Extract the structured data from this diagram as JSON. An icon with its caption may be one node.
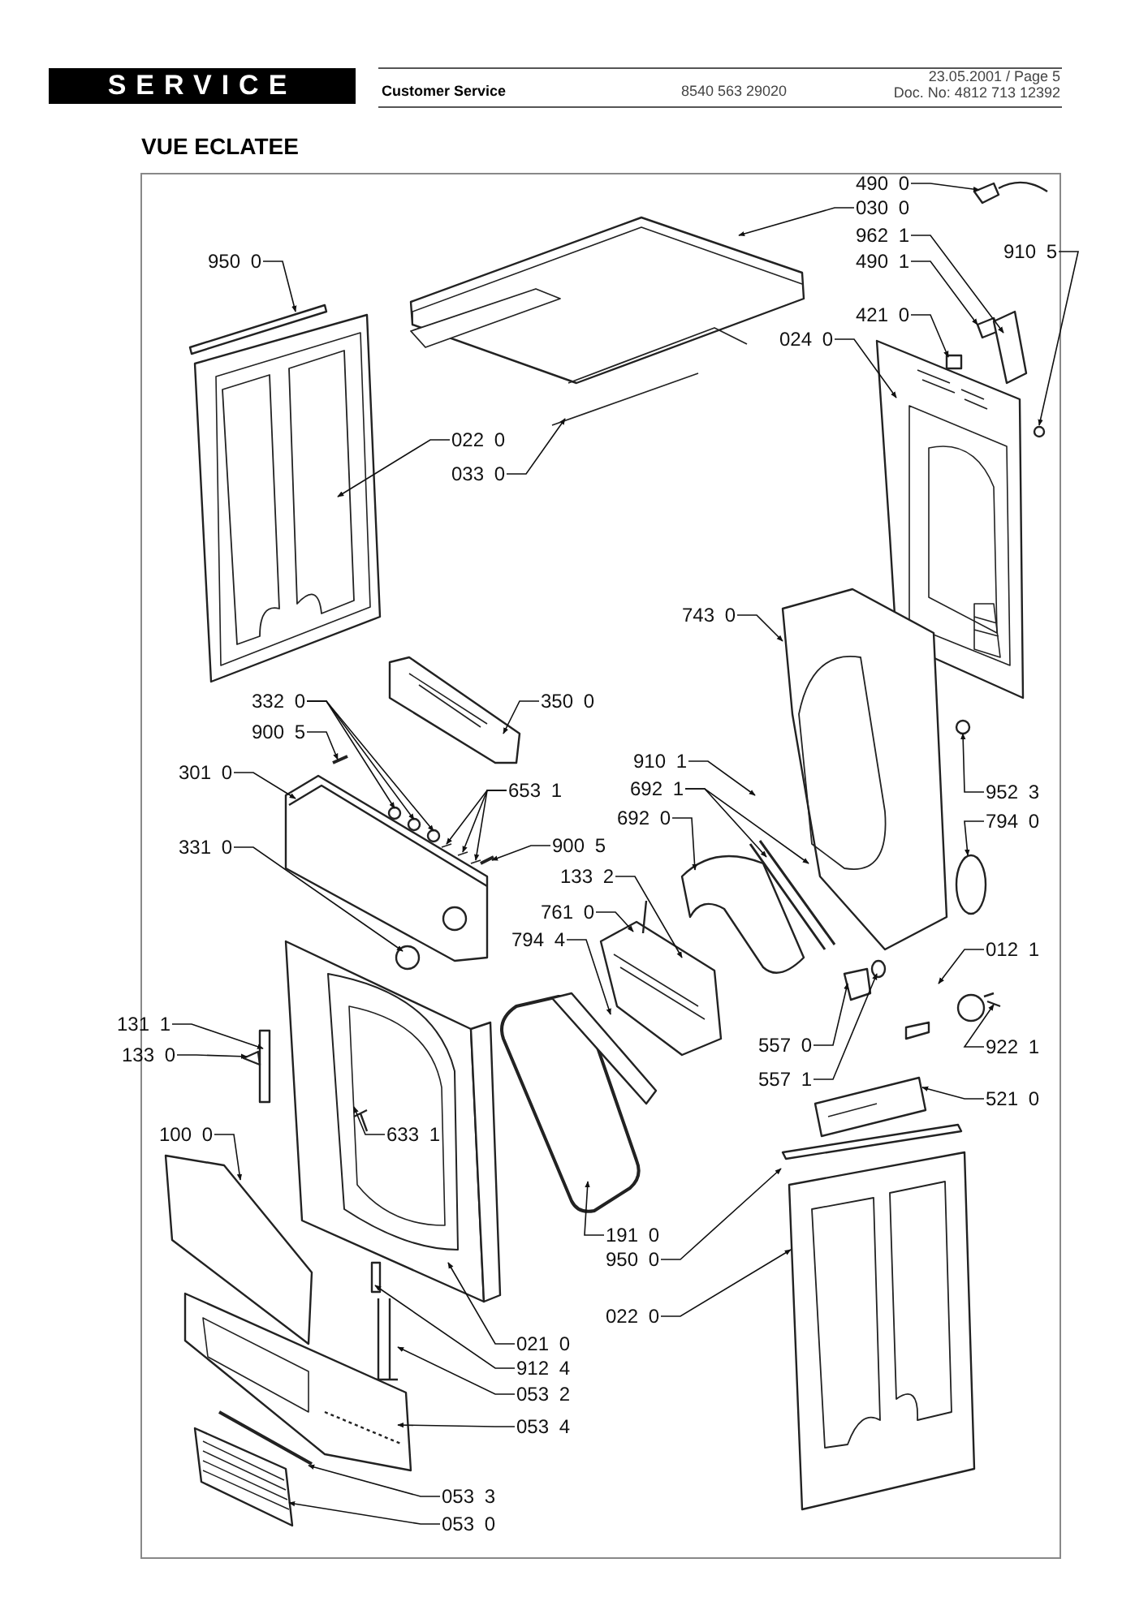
{
  "diagram": {
    "title": "VUE ECLATEE",
    "nodes": [
      {
        "text": [
          "490 0"
        ]
      },
      {
        "text": [
          "030 0"
        ]
      },
      {
        "text": [
          "962 1"
        ]
      },
      {
        "text": [
          "490 1"
        ]
      },
      {
        "text": [
          "910 5"
        ]
      },
      {
        "text": [
          "421 0"
        ]
      },
      {
        "text": [
          "024 0"
        ]
      },
      {
        "text": [
          "950 0"
        ]
      },
      {
        "text": [
          "022 0"
        ]
      },
      {
        "text": [
          "033 0"
        ]
      },
      {
        "text": [
          "743 0"
        ]
      },
      {
        "text": [
          "350 0"
        ]
      },
      {
        "text": [
          "332 0"
        ]
      },
      {
        "text": [
          "900 5"
        ]
      },
      {
        "text": [
          "301 0"
        ]
      },
      {
        "text": [
          "910 1"
        ]
      },
      {
        "text": [
          "692 1"
        ]
      },
      {
        "text": [
          "653 1"
        ]
      },
      {
        "text": [
          "692 0"
        ]
      },
      {
        "text": [
          "952 3"
        ]
      },
      {
        "text": [
          "794 0"
        ]
      },
      {
        "text": [
          "331 0"
        ]
      },
      {
        "text": [
          "900 5"
        ]
      },
      {
        "text": [
          "133 2"
        ]
      },
      {
        "text": [
          "761 0"
        ]
      },
      {
        "text": [
          "794 4"
        ]
      },
      {
        "text": [
          "012 1"
        ]
      },
      {
        "text": [
          "557 0"
        ]
      },
      {
        "text": [
          "922 1"
        ]
      },
      {
        "text": [
          "557 1"
        ]
      },
      {
        "text": [
          "131 1"
        ]
      },
      {
        "text": [
          "133 0"
        ]
      },
      {
        "text": [
          "521 0"
        ]
      },
      {
        "text": [
          "633 1"
        ]
      },
      {
        "text": [
          "100 0"
        ]
      },
      {
        "text": [
          "191 0"
        ]
      },
      {
        "text": [
          "950 0"
        ]
      },
      {
        "text": [
          "022 0"
        ]
      },
      {
        "text": [
          "021 0"
        ]
      },
      {
        "text": [
          "912 4"
        ]
      },
      {
        "text": [
          "053 2"
        ]
      },
      {
        "text": [
          "053 4"
        ]
      },
      {
        "text": [
          "053 3"
        ]
      },
      {
        "text": [
          "053 0"
        ]
      }
    ],
    "edges": [
      {
        "from": 0,
        "to": null,
        "arrow": "to"
      },
      {
        "from": 1,
        "to": null,
        "arrow": "to"
      },
      {
        "from": 2,
        "to": null,
        "arrow": "to"
      },
      {
        "from": 3,
        "to": null,
        "arrow": "to"
      },
      {
        "from": 4,
        "to": null,
        "arrow": "to"
      },
      {
        "from": 5,
        "to": null,
        "arrow": "to"
      },
      {
        "from": 6,
        "to": null,
        "arrow": "to"
      },
      {
        "from": 7,
        "to": null,
        "arrow": "to"
      },
      {
        "from": 8,
        "to": null,
        "arrow": "to"
      },
      {
        "from": 9,
        "to": null,
        "arrow": "to"
      },
      {
        "from": 10,
        "to": null,
        "arrow": "to"
      },
      {
        "from": 11,
        "to": null,
        "arrow": "to"
      },
      {
        "from": 12,
        "to": null,
        "arrow": "to"
      },
      {
        "from": 12,
        "to": null,
        "arrow": "to"
      },
      {
        "from": 12,
        "to": null,
        "arrow": "to"
      },
      {
        "from": 13,
        "to": null,
        "arrow": "to"
      },
      {
        "from": 14,
        "to": null,
        "arrow": "to"
      },
      {
        "from": 15,
        "to": null,
        "arrow": "to"
      },
      {
        "from": 16,
        "to": null,
        "arrow": "to"
      },
      {
        "from": 16,
        "to": null,
        "arrow": "to"
      },
      {
        "from": 17,
        "to": null,
        "arrow": "to"
      },
      {
        "from": 17,
        "to": null,
        "arrow": "to"
      },
      {
        "from": 17,
        "to": null,
        "arrow": "to"
      },
      {
        "from": 18,
        "to": null,
        "arrow": "to"
      },
      {
        "from": 19,
        "to": null,
        "arrow": "to"
      },
      {
        "from": 20,
        "to": null,
        "arrow": "to"
      },
      {
        "from": 21,
        "to": null,
        "arrow": "to"
      },
      {
        "from": 22,
        "to": null,
        "arrow": "to"
      },
      {
        "from": 23,
        "to": null,
        "arrow": "to"
      },
      {
        "from": 24,
        "to": null,
        "arrow": "to"
      },
      {
        "from": 25,
        "to": null,
        "arrow": "to"
      },
      {
        "from": 26,
        "to": null,
        "arrow": "to"
      },
      {
        "from": 27,
        "to": null,
        "arrow": "to"
      },
      {
        "from": 28,
        "to": null,
        "arrow": "to"
      },
      {
        "from": 29,
        "to": null,
        "arrow": "to"
      },
      {
        "from": 30,
        "to": null,
        "arrow": "to"
      },
      {
        "from": 31,
        "to": null,
        "arrow": "to"
      },
      {
        "from": 32,
        "to": null,
        "arrow": "to"
      },
      {
        "from": 33,
        "to": null,
        "arrow": "to"
      },
      {
        "from": 34,
        "to": null,
        "arrow": "to"
      },
      {
        "from": 35,
        "to": null,
        "arrow": "to"
      },
      {
        "from": 36,
        "to": null,
        "arrow": "to"
      },
      {
        "from": 37,
        "to": null,
        "arrow": "to"
      },
      {
        "from": 38,
        "to": null,
        "arrow": "to"
      },
      {
        "from": 39,
        "to": null,
        "arrow": "to"
      },
      {
        "from": 40,
        "to": null,
        "arrow": "to"
      },
      {
        "from": 41,
        "to": null,
        "arrow": "to"
      },
      {
        "from": 42,
        "to": null,
        "arrow": "to"
      },
      {
        "from": 43,
        "to": null,
        "arrow": "to"
      }
    ],
    "labels": [
      "SERVICE",
      "Customer Service",
      "8540 563 29020",
      "23.05.2001 / Page 5",
      "Doc. No: 4812 713 12392"
    ]
  }
}
